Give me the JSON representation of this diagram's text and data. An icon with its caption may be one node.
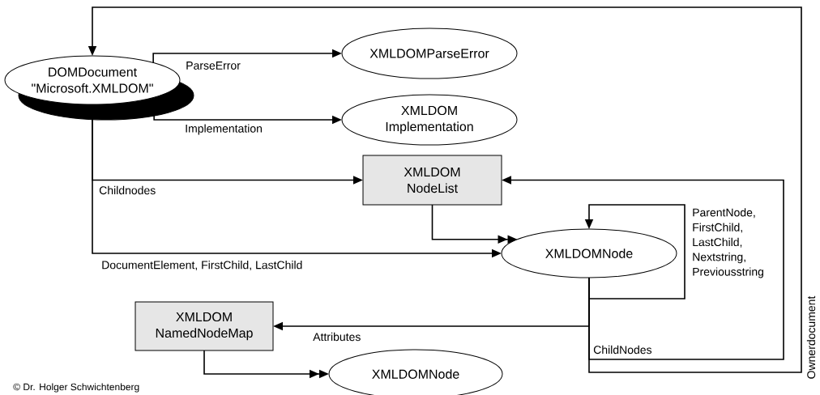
{
  "diagram": {
    "nodes": [
      {
        "text": [
          "DOMDocument \"Microsoft.XMLDOM\""
        ]
      },
      {
        "text": [
          "XMLDOMParseError"
        ]
      },
      {
        "text": [
          "XMLDOM Implementation"
        ]
      },
      {
        "text": [
          "XMLDOM NodeList"
        ]
      },
      {
        "text": [
          "XMLDOMNode"
        ]
      },
      {
        "text": [
          "XMLDOM NamedNodeMap"
        ]
      },
      {
        "text": [
          "XMLDOMNode"
        ]
      }
    ],
    "edges": [
      {
        "from": 0,
        "to": 1,
        "arrow": "to",
        "label": "ParseError"
      },
      {
        "from": 0,
        "to": 2,
        "arrow": "to",
        "label": "Implementation"
      },
      {
        "from": 0,
        "to": 3,
        "arrow": "to",
        "label": "Childnodes"
      },
      {
        "from": 0,
        "to": 4,
        "arrow": "to",
        "label": "DocumentElement, FirstChild, LastChild"
      },
      {
        "from": 3,
        "to": 4,
        "arrow": "to"
      },
      {
        "from": 4,
        "to": 4,
        "arrow": "to",
        "label": "ParentNode, FirstChild, LastChild, Nextstring, Previousstring"
      },
      {
        "from": 4,
        "to": 5,
        "arrow": "to",
        "label": "Attributes"
      },
      {
        "from": 4,
        "to": 3,
        "arrow": "to",
        "label": "ChildNodes"
      },
      {
        "from": 4,
        "to": 0,
        "arrow": "to",
        "label": "Ownerdocument"
      },
      {
        "from": 5,
        "to": 6,
        "arrow": "to"
      }
    ],
    "labels": [
      "© Dr. Holger Schwichtenberg"
    ]
  }
}
